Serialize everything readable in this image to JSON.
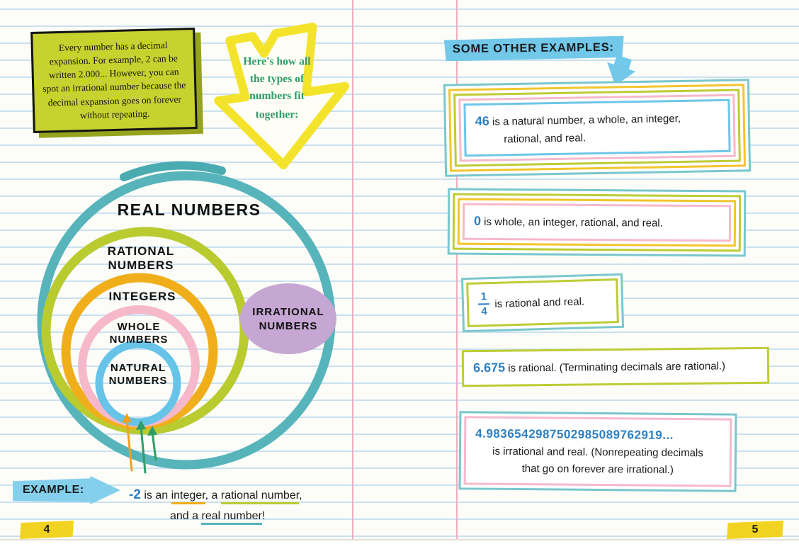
{
  "colors": {
    "teal": "#56b4ba",
    "olive_green": "#b9cb2f",
    "orange": "#f0ae1b",
    "pink": "#f6b8cb",
    "sky_blue": "#6fc6e9",
    "purple": "#c6a6d2",
    "yellow": "#f3e32b",
    "note_green": "#c6d22e",
    "ink_blue": "#2d7fc1",
    "pen_green": "#2f9d68",
    "ruled_line": "#c9e1ef",
    "margin_line": "#efadc0"
  },
  "left_page": {
    "page_number": "4",
    "note_box": {
      "text": "Every number has a decimal expansion. For example, 2 can be written 2.000... However, you can spot an irrational number because the decimal expansion goes on forever without repeating."
    },
    "arrow_note": {
      "line1": "Here's how all",
      "line2": "the types of",
      "line3": "numbers fit",
      "line4": "together:"
    },
    "diagram": {
      "real_numbers": "REAL NUMBERS",
      "rational_line1": "RATIONAL",
      "rational_line2": "NUMBERS",
      "integers": "INTEGERS",
      "whole_line1": "WHOLE",
      "whole_line2": "NUMBERS",
      "natural_line1": "NATURAL",
      "natural_line2": "NUMBERS",
      "irrational_line1": "IRRATIONAL",
      "irrational_line2": "NUMBERS"
    },
    "example": {
      "label": "EXAMPLE:",
      "number": "-2",
      "seg_is_an": " is an ",
      "integer": "integer",
      "seg_a": ", a ",
      "rational_number": "rational number",
      "comma": ",",
      "seg_and_a": "and a ",
      "real_number": "real number",
      "bang": "!"
    }
  },
  "right_page": {
    "page_number": "5",
    "header": "SOME OTHER EXAMPLES:",
    "examples": [
      {
        "number": "46",
        "text_line1": " is a natural number, a whole, an integer,",
        "text_line2": "rational, and real."
      },
      {
        "number": "0",
        "text": " is whole, an integer, rational, and real."
      },
      {
        "numerator": "1",
        "denominator": "4",
        "text": " is rational and real."
      },
      {
        "number": "6.675",
        "text": " is rational. (Terminating decimals are rational.)"
      },
      {
        "number": "4.9836542987502985089762919...",
        "text_line1": "is irrational and real. (Nonrepeating decimals",
        "text_line2": "that go on forever are irrational.)"
      }
    ]
  }
}
